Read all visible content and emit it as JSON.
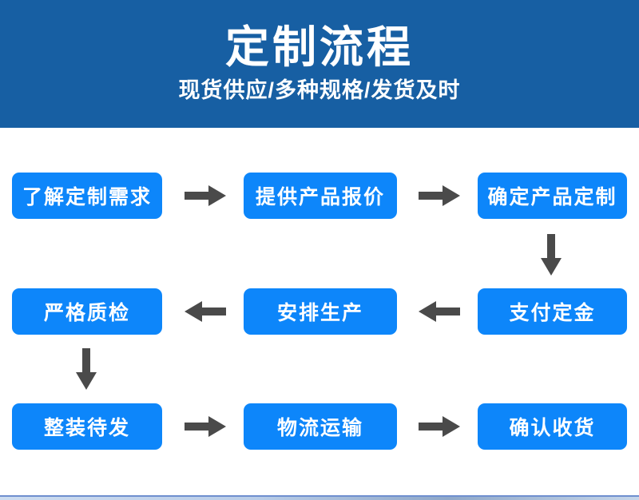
{
  "banner": {
    "title": "定制流程",
    "subtitle": "现货供应/多种规格/发货及时",
    "background_color": "#175FA3",
    "text_color": "#FFFFFF"
  },
  "theme": {
    "node_color": "#0D86FA",
    "arrow_color": "#4A4A4A",
    "page_background": "#FFFFFF"
  },
  "flow": {
    "nodes": [
      {
        "id": "step-1",
        "label": "了解定制需求",
        "row": 1,
        "column": 1
      },
      {
        "id": "step-2",
        "label": "提供产品报价",
        "row": 1,
        "column": 2
      },
      {
        "id": "step-3",
        "label": "确定产品定制",
        "row": 1,
        "column": 3
      },
      {
        "id": "step-4",
        "label": "支付定金",
        "row": 2,
        "column": 3
      },
      {
        "id": "step-5",
        "label": "安排生产",
        "row": 2,
        "column": 2
      },
      {
        "id": "step-6",
        "label": "严格质检",
        "row": 2,
        "column": 1
      },
      {
        "id": "step-7",
        "label": "整装待发",
        "row": 3,
        "column": 1
      },
      {
        "id": "step-8",
        "label": "物流运输",
        "row": 3,
        "column": 2
      },
      {
        "id": "step-9",
        "label": "确认收货",
        "row": 3,
        "column": 3
      }
    ],
    "connectors": [
      {
        "id": "arrow-1",
        "from": "step-1",
        "to": "step-2",
        "direction": "right"
      },
      {
        "id": "arrow-2",
        "from": "step-2",
        "to": "step-3",
        "direction": "right"
      },
      {
        "id": "arrow-3",
        "from": "step-3",
        "to": "step-4",
        "direction": "down"
      },
      {
        "id": "arrow-4",
        "from": "step-4",
        "to": "step-5",
        "direction": "left"
      },
      {
        "id": "arrow-5",
        "from": "step-5",
        "to": "step-6",
        "direction": "left"
      },
      {
        "id": "arrow-6",
        "from": "step-6",
        "to": "step-7",
        "direction": "down"
      },
      {
        "id": "arrow-7",
        "from": "step-7",
        "to": "step-8",
        "direction": "right"
      },
      {
        "id": "arrow-8",
        "from": "step-8",
        "to": "step-9",
        "direction": "right"
      }
    ]
  }
}
